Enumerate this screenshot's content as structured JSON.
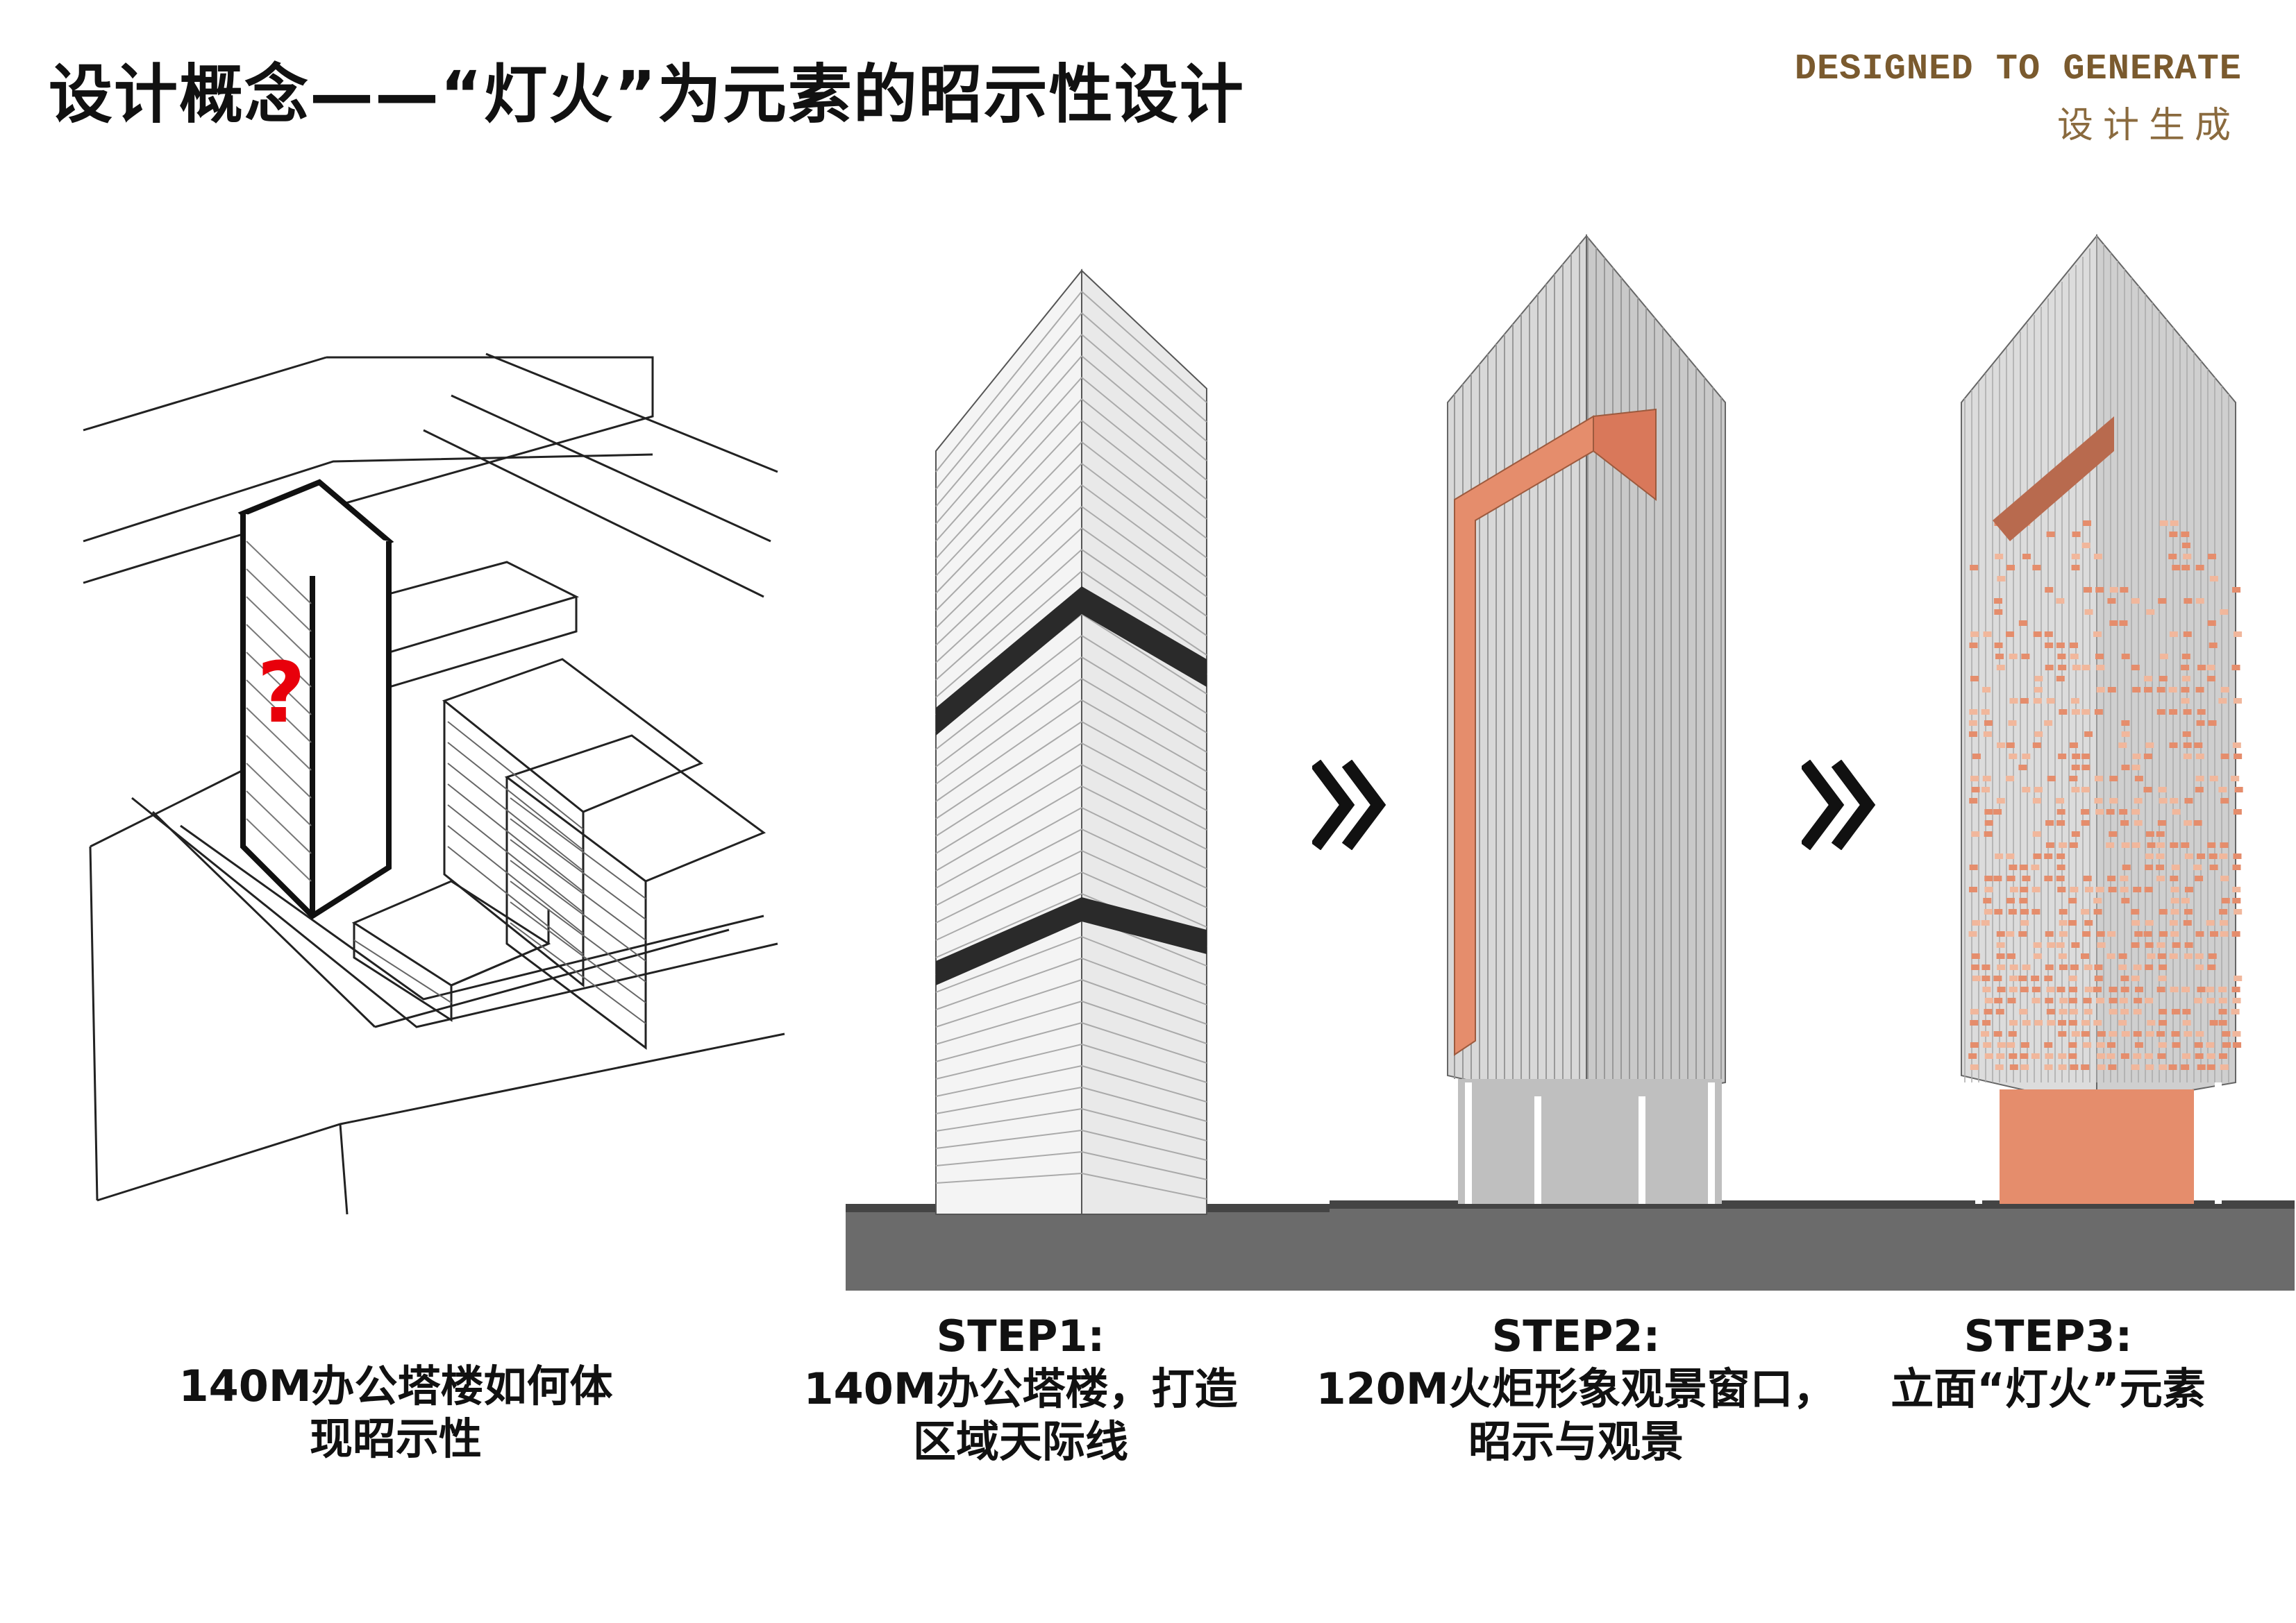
{
  "header": {
    "title": "设计概念——“灯火”为元素的昭示性设计",
    "brand_en": "DESIGNED TO GENERATE",
    "brand_cn": "设计生成"
  },
  "panels": [
    {
      "id": "concept",
      "mark": "?",
      "caption_lines": [
        "140M办公塔楼如何体",
        "现昭示性"
      ]
    },
    {
      "id": "step1",
      "caption_lines": [
        "STEP1:",
        "140M办公塔楼，打造",
        "区域天际线"
      ]
    },
    {
      "id": "step2",
      "caption_lines": [
        "STEP2:",
        "120M火炬形象观景窗口，",
        "昭示与观景"
      ]
    },
    {
      "id": "step3",
      "caption_lines": [
        "STEP3:",
        "立面“灯火”元素"
      ]
    }
  ],
  "colors": {
    "accent_copper": "#e58d6c",
    "brand_brown": "#7a5a2e",
    "mark_red": "#e8000b",
    "ground": "#6b6b6b"
  },
  "icons": [
    "double-chevron-right-icon",
    "double-chevron-right-icon"
  ]
}
